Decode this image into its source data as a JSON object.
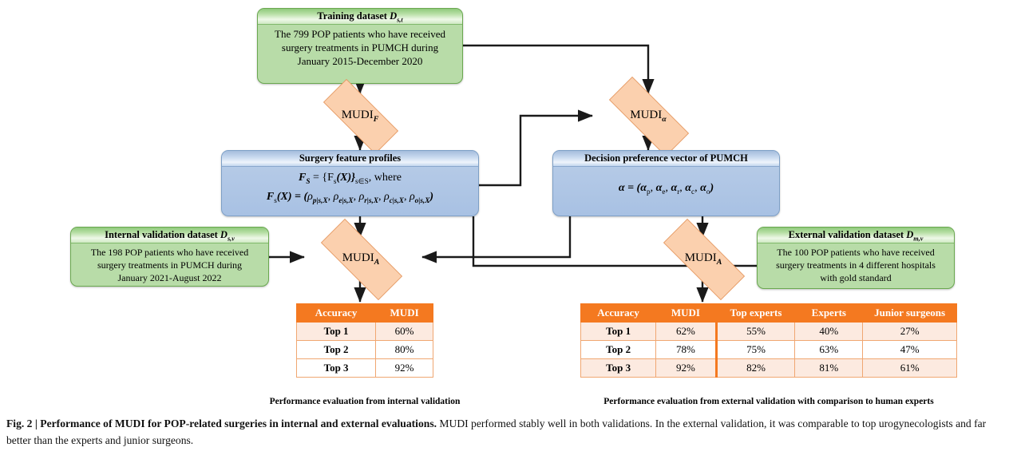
{
  "figure": {
    "training": {
      "title_main": "Training dataset",
      "title_sym": "D",
      "title_sub": "s,t",
      "line1": "The 799 POP  patients who have received",
      "line2": "surgery treatments in PUMCH during",
      "line3": "January 2015-December 2020"
    },
    "internal": {
      "title_main": "Internal validation dataset",
      "title_sym": "D",
      "title_sub": "s,v",
      "line1": "The 198 POP  patients who have received",
      "line2": "surgery treatments in PUMCH during",
      "line3": "January 2021-August 2022"
    },
    "external": {
      "title_main": "External validation dataset",
      "title_sym": "D",
      "title_sub": "m,v",
      "line1": "The 100 POP  patients who have received",
      "line2": "surgery treatments in 4 different hospitals",
      "line3": "with gold standard"
    },
    "features": {
      "title": "Surgery feature profiles",
      "eq1_lhs": "F",
      "eq1_lhs_sub": "S",
      "eq1_rhs": "= {F",
      "eq1_rhs_sub": "s",
      "eq1_rhs2": "(X)}",
      "eq1_rhs2_sub": "s∈S",
      "eq1_tail": ", where",
      "eq2_lhs": "F",
      "eq2_lhs_sub": "s",
      "eq2_lhs2": "(X) = (",
      "eq2_terms": [
        "ρ",
        "ρ",
        "ρ",
        "ρ",
        "ρ"
      ],
      "eq2_subs": [
        "p|s,X",
        "e|s,X",
        "r|s,X",
        "c|s,X",
        "o|s,X"
      ],
      "eq2_close": ")"
    },
    "preference": {
      "title": "Decision preference vector of PUMCH",
      "eq_lhs": "α",
      "eq_mid": "= (",
      "eq_terms": [
        "α",
        "α",
        "α",
        "α",
        "α"
      ],
      "eq_subs": [
        "p",
        "e",
        "r",
        "c",
        "o"
      ],
      "eq_close": ")"
    },
    "diamonds": {
      "mudi_f": {
        "base": "MUDI",
        "sub": "F"
      },
      "mudi_alpha": {
        "base": "MUDI",
        "sub": "α"
      },
      "mudi_a_left": {
        "base": "MUDI",
        "sub": "A"
      },
      "mudi_a_right": {
        "base": "MUDI",
        "sub": "A"
      }
    },
    "internal_table": {
      "headers": [
        "Accuracy",
        "MUDI"
      ],
      "rows": [
        {
          "label": "Top 1",
          "values": [
            "60%"
          ],
          "tint": true
        },
        {
          "label": "Top 2",
          "values": [
            "80%"
          ],
          "tint": false
        },
        {
          "label": "Top 3",
          "values": [
            "92%"
          ],
          "tint": false
        }
      ],
      "caption": "Performance evaluation from internal validation"
    },
    "external_table": {
      "headers": [
        "Accuracy",
        "MUDI",
        "Top experts",
        "Experts",
        "Junior surgeons"
      ],
      "rows": [
        {
          "label": "Top 1",
          "values": [
            "62%",
            "55%",
            "40%",
            "27%"
          ],
          "tint": true
        },
        {
          "label": "Top 2",
          "values": [
            "78%",
            "75%",
            "63%",
            "47%"
          ],
          "tint": false
        },
        {
          "label": "Top 3",
          "values": [
            "92%",
            "82%",
            "81%",
            "61%"
          ],
          "tint": true
        }
      ],
      "caption": "Performance evaluation from external validation with comparison to human experts"
    },
    "colors": {
      "green_fill": "#b8dca8",
      "green_border": "#6aa84f",
      "blue_fill": "#a8c1e3",
      "blue_border": "#7d9fc6",
      "diamond_fill": "#fbd0ae",
      "diamond_border": "#e08a4d",
      "table_header": "#F47920",
      "table_tint": "#FCEAE0",
      "wire": "#1a1a1a"
    }
  },
  "caption": {
    "figno": "Fig. 2",
    "bar": "|",
    "bold": "Performance of MUDI for POP-related surgeries in internal and external evaluations.",
    "rest": " MUDI performed stably well in both validations. In the external validation, it was comparable to top urogynecologists and far better than the experts and junior surgeons."
  }
}
